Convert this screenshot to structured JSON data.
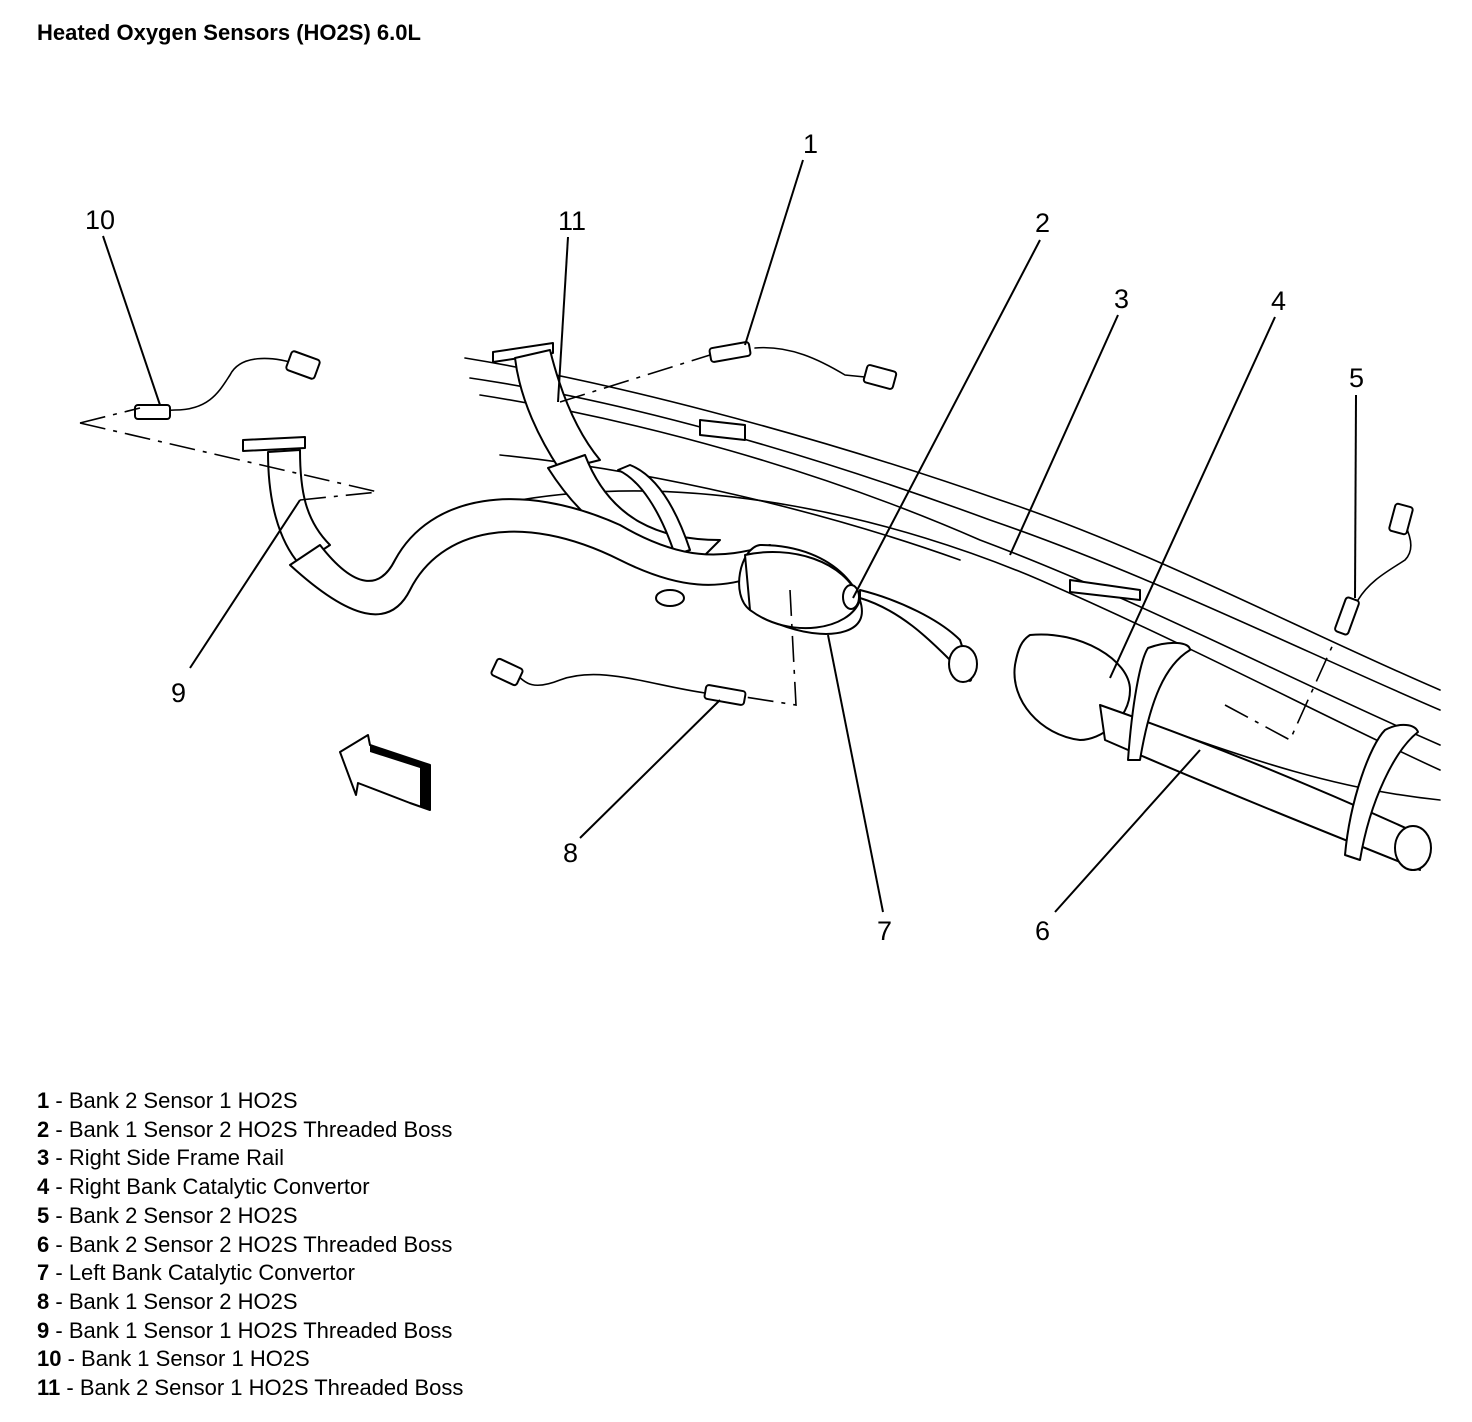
{
  "title": "Heated Oxygen Sensors (HO2S) 6.0L",
  "callouts": [
    "1",
    "2",
    "3",
    "4",
    "5",
    "6",
    "7",
    "8",
    "9",
    "10",
    "11"
  ],
  "legend": [
    {
      "num": "1",
      "sep": " - ",
      "text": "Bank 2 Sensor 1 HO2S"
    },
    {
      "num": "2",
      "sep": " - ",
      "text": "Bank 1 Sensor 2 HO2S Threaded Boss"
    },
    {
      "num": "3",
      "sep": " - ",
      "text": "Right Side Frame Rail"
    },
    {
      "num": "4",
      "sep": " - ",
      "text": "Right Bank Catalytic Convertor"
    },
    {
      "num": "5",
      "sep": " - ",
      "text": "Bank 2 Sensor 2 HO2S"
    },
    {
      "num": "6",
      "sep": " - ",
      "text": "Bank 2 Sensor 2 HO2S Threaded Boss"
    },
    {
      "num": "7",
      "sep": " - ",
      "text": "Left Bank Catalytic Convertor"
    },
    {
      "num": "8",
      "sep": " - ",
      "text": "Bank 1 Sensor 2 HO2S"
    },
    {
      "num": "9",
      "sep": " - ",
      "text": "Bank 1 Sensor 1 HO2S Threaded Boss"
    },
    {
      "num": "10",
      "sep": " - ",
      "text": "Bank 1 Sensor 1 HO2S"
    },
    {
      "num": "11",
      "sep": " - ",
      "text": "Bank 2 Sensor 1 HO2S Threaded Boss"
    }
  ]
}
